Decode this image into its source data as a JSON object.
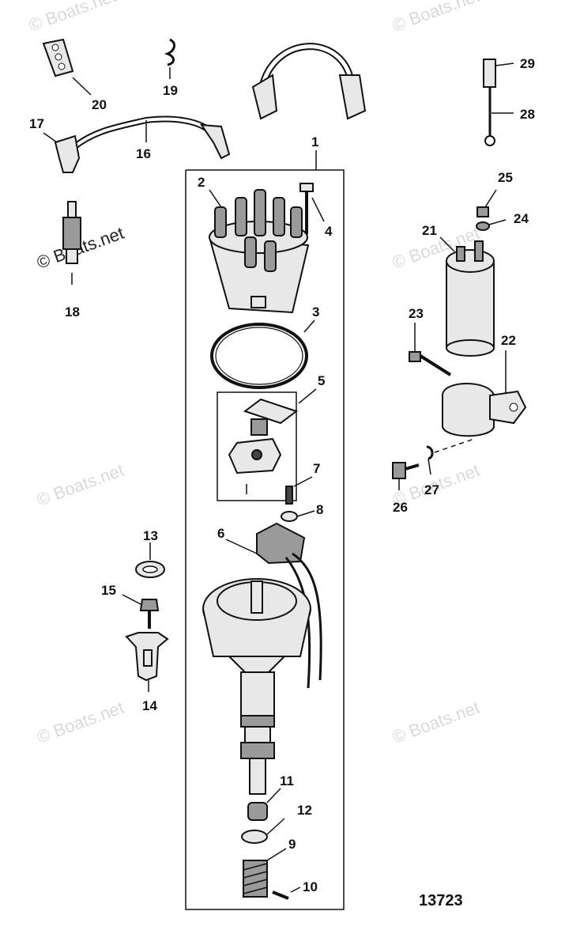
{
  "callouts": {
    "c1": "1",
    "c2": "2",
    "c3": "3",
    "c4": "4",
    "c5": "5",
    "c6": "6",
    "c7": "7",
    "c8": "8",
    "c9": "9",
    "c10": "10",
    "c11": "11",
    "c12": "12",
    "c13": "13",
    "c14": "14",
    "c15": "15",
    "c16": "16",
    "c17": "17",
    "c18": "18",
    "c19": "19",
    "c20": "20",
    "c21": "21",
    "c22": "22",
    "c23": "23",
    "c24": "24",
    "c25": "25",
    "c26": "26",
    "c27": "27",
    "c28": "28",
    "c29": "29"
  },
  "figure_number": "13723",
  "watermark": "© Boats.net",
  "colors": {
    "line": "#111111",
    "watermark": "#d9d9d9",
    "background": "#ffffff"
  }
}
